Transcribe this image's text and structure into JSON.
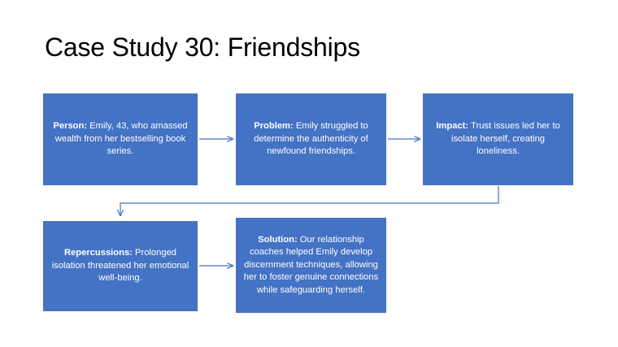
{
  "slide": {
    "title": "Case Study 30: Friendships",
    "background_color": "#FFFFFF",
    "accent_color": "#4472C4",
    "connector_color": "#4472C4",
    "text_color": "#FFFFFF"
  },
  "flow": {
    "boxes": [
      {
        "id": "person",
        "label_bold": "Person:",
        "label_rest": " Emily, 43, who amassed wealth from her bestselling book series.",
        "full_text": "Person: Emily, 43, who amassed wealth from her bestselling book series."
      },
      {
        "id": "problem",
        "label_bold": "Problem:",
        "label_rest": " Emily struggled to determine the authenticity of newfound friendships.",
        "full_text": "Problem: Emily struggled to determine the authenticity of newfound friendships."
      },
      {
        "id": "impact",
        "label_bold": "Impact:",
        "label_rest": " Trust issues led her to isolate herself, creating loneliness.",
        "full_text": "Impact: Trust issues led her to isolate herself, creating loneliness."
      },
      {
        "id": "repercussions",
        "label_bold": "Repercussions:",
        "label_rest": " Prolonged isolation threatened her emotional well-being.",
        "full_text": "Repercussions: Prolonged isolation threatened her emotional well-being."
      },
      {
        "id": "solution",
        "label_bold": "Solution:",
        "label_rest": " Our relationship coaches helped Emily develop discernment techniques, allowing her to foster genuine connections while safeguarding herself.",
        "full_text": "Solution: Our relationship coaches helped Emily develop discernment techniques, allowing her to foster genuine connections while safeguarding herself."
      }
    ],
    "connectors": [
      {
        "id": "person-to-problem",
        "from": "person",
        "to": "problem",
        "style": "straight-right"
      },
      {
        "id": "problem-to-impact",
        "from": "problem",
        "to": "impact",
        "style": "straight-right"
      },
      {
        "id": "impact-to-repercussions",
        "from": "impact",
        "to": "repercussions",
        "style": "elbow-down-left"
      },
      {
        "id": "repercussions-to-solution",
        "from": "repercussions",
        "to": "solution",
        "style": "straight-right"
      }
    ]
  }
}
